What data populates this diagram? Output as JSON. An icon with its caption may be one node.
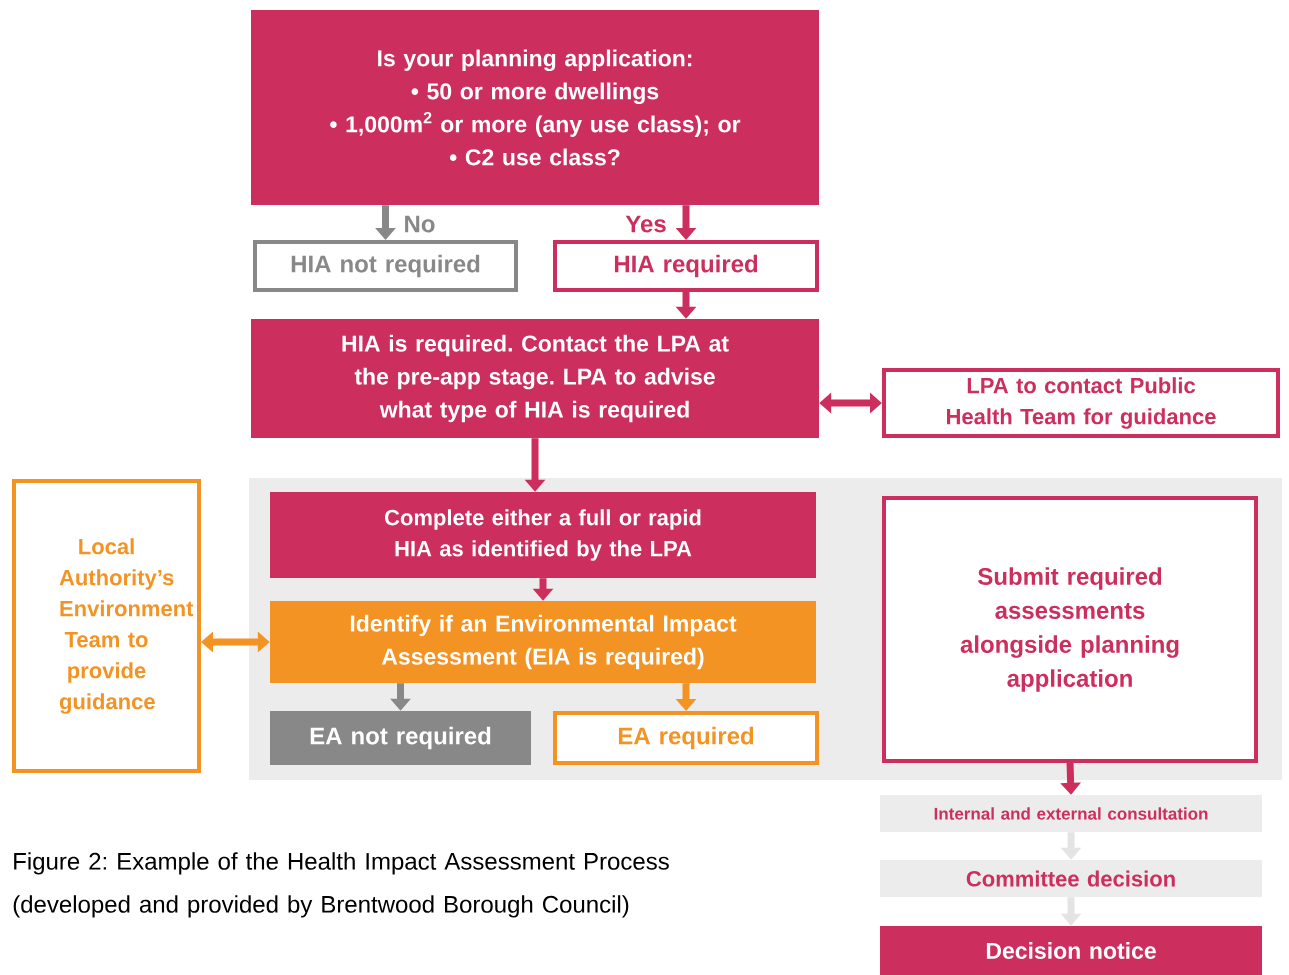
{
  "diagram": {
    "caption": "Figure 2: Example of the Health Impact Assessment Process (developed and provided by Brentwood Borough Council)",
    "nodes": [
      {
        "text": [
          "Is your planning application:",
          "• 50 or more dwellings",
          "• 1,000m$^{2}$ or more (any use class); or",
          "• C2 use class?"
        ]
      },
      {
        "text": [
          "HIA not required"
        ]
      },
      {
        "text": [
          "HIA required"
        ]
      },
      {
        "text": [
          "HIA is required. Contact the LPA at the pre-app stage. LPA to advise what type of HIA is required"
        ]
      },
      {
        "text": [
          "LPA to contact Public Health Team for guidance"
        ]
      },
      {
        "text": [
          "Local Authority’s Environment Team to provide guidance"
        ]
      },
      {
        "text": [],
        "shape": "box"
      },
      {
        "text": [
          "Complete either a full or rapid HIA as identified by the LPA"
        ],
        "in": 6
      },
      {
        "text": [
          "Identify if an Environmental Impact Assessment (EIA is required)"
        ],
        "in": 6
      },
      {
        "text": [
          "EA not required"
        ],
        "in": 6
      },
      {
        "text": [
          "EA required"
        ],
        "in": 6
      },
      {
        "text": [
          "Submit required assessments alongside planning application"
        ],
        "in": 6
      },
      {
        "text": [
          "Internal and external consultation"
        ]
      },
      {
        "text": [
          "Committee decision"
        ]
      },
      {
        "text": [
          "Decision notice"
        ]
      }
    ],
    "edges": [
      {
        "from": 0,
        "to": 1,
        "arrow": "to",
        "label": "No",
        "color": "#888888"
      },
      {
        "from": 0,
        "to": 2,
        "arrow": "to",
        "label": "Yes"
      },
      {
        "from": 2,
        "to": 3,
        "arrow": "to"
      },
      {
        "from": 3,
        "to": 4,
        "arrow": "both"
      },
      {
        "from": 3,
        "to": 7,
        "arrow": "to"
      },
      {
        "from": 7,
        "to": 8,
        "arrow": "to"
      },
      {
        "from": 8,
        "to": 9,
        "arrow": "to",
        "color": "#888888"
      },
      {
        "from": 8,
        "to": 10,
        "arrow": "to",
        "color": "#f39324"
      },
      {
        "from": 5,
        "to": 8,
        "arrow": "both",
        "color": "#f39324"
      },
      {
        "from": 11,
        "to": 12,
        "arrow": "to"
      },
      {
        "from": 12,
        "to": 13,
        "arrow": "to",
        "color": "#e4e4e4"
      },
      {
        "from": 13,
        "to": 14,
        "arrow": "to",
        "color": "#e4e4e4"
      }
    ]
  }
}
